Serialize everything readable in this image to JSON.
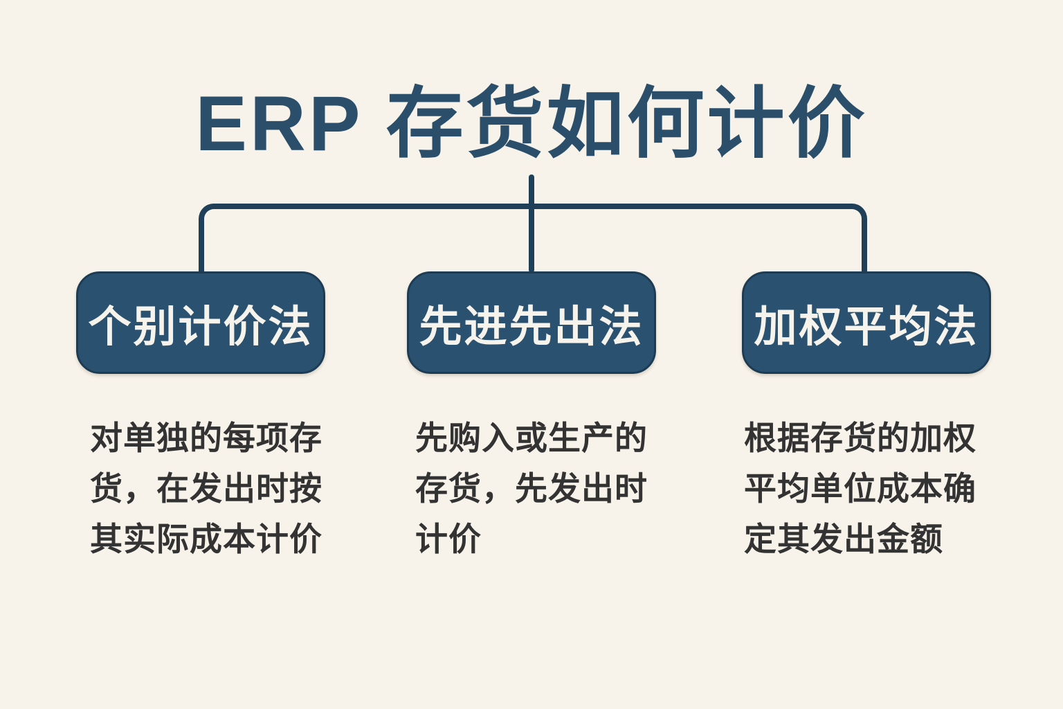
{
  "title": "ERP 存货如何计价",
  "colors": {
    "background": "#f8f3ea",
    "box_fill": "#2a5270",
    "box_border": "#1d3c54",
    "connector": "#1f4058",
    "title_text": "#2b4e6b",
    "box_text": "#f6f3ec",
    "desc_text": "#333333"
  },
  "branches": [
    {
      "label": "个别计价法",
      "desc_lines": [
        "对单独的每项存",
        "货，在发出时按",
        "其实际成本计价"
      ]
    },
    {
      "label": "先进先出法",
      "desc_lines": [
        "先购入或生产的",
        "存货，先发出时",
        "计价"
      ]
    },
    {
      "label": "加权平均法",
      "desc_lines": [
        "根据存货的加权",
        "平均单位成本确",
        "定其发出金额"
      ]
    }
  ]
}
